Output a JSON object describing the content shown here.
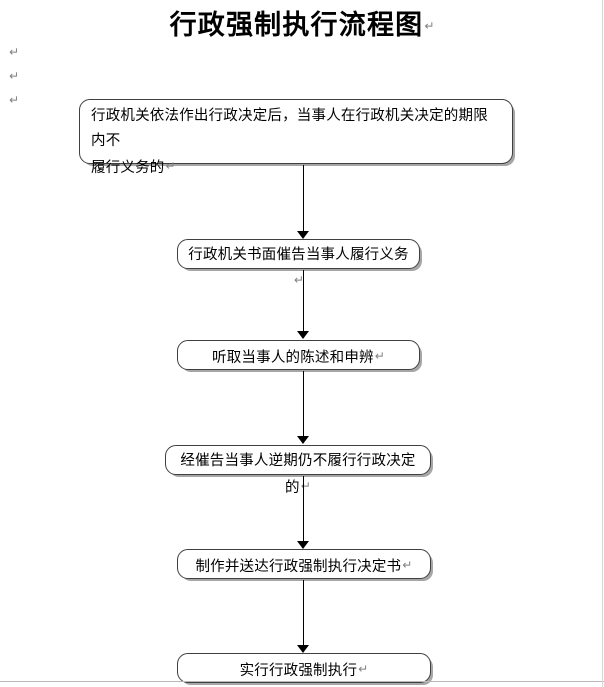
{
  "document": {
    "title": "行政强制执行流程图",
    "pilcrow": "↵",
    "margin_paragraph_marks": [
      "↵",
      "↵",
      "↵"
    ]
  },
  "chart_data": {
    "type": "diagram",
    "diagram_kind": "flowchart",
    "orientation": "top-to-bottom",
    "title": "行政强制执行流程图",
    "node_shape": "rounded-rectangle",
    "node_count": 6,
    "connector_count": 5,
    "nodes": [
      {
        "id": "step-1",
        "order": 1,
        "text": "行政机关依法作出行政决定后，当事人在行政机关决定的期限内不履行义务的",
        "lines": [
          "行政机关依法作出行政决定后，当事人在行政机关决定的期限内不",
          "履行义务的"
        ],
        "pilcrow": "↵"
      },
      {
        "id": "step-2",
        "order": 2,
        "text": "行政机关书面催告当事人履行义务",
        "lines": [
          "行政机关书面催告当事人履行义务"
        ],
        "pilcrow": "↵"
      },
      {
        "id": "step-3",
        "order": 3,
        "text": "听取当事人的陈述和申辨",
        "lines": [
          "听取当事人的陈述和申辨"
        ],
        "pilcrow": "↵"
      },
      {
        "id": "step-4",
        "order": 4,
        "text": "经催告当事人逆期仍不履行行政决定的",
        "lines": [
          "经催告当事人逆期仍不履行行政决定的"
        ],
        "pilcrow": "↵"
      },
      {
        "id": "step-5",
        "order": 5,
        "text": "制作并送达行政强制执行决定书",
        "lines": [
          "制作并送达行政强制执行决定书"
        ],
        "pilcrow": "↵"
      },
      {
        "id": "step-6",
        "order": 6,
        "text": "实行行政强制执行",
        "lines": [
          "实行行政强制执行"
        ],
        "pilcrow": "↵"
      }
    ],
    "edges": [
      {
        "from": "step-1",
        "to": "step-2",
        "arrow": "down"
      },
      {
        "from": "step-2",
        "to": "step-3",
        "arrow": "down"
      },
      {
        "from": "step-3",
        "to": "step-4",
        "arrow": "down"
      },
      {
        "from": "step-4",
        "to": "step-5",
        "arrow": "down"
      },
      {
        "from": "step-5",
        "to": "step-6",
        "arrow": "down"
      }
    ],
    "colors": {
      "node_border": "#404040",
      "node_fill": "#ffffff",
      "node_shadow": "#a6a6a6",
      "connector": "#000000",
      "text": "#000000",
      "pilcrow": "#808080",
      "page_rule": "#b9b9b9"
    }
  }
}
